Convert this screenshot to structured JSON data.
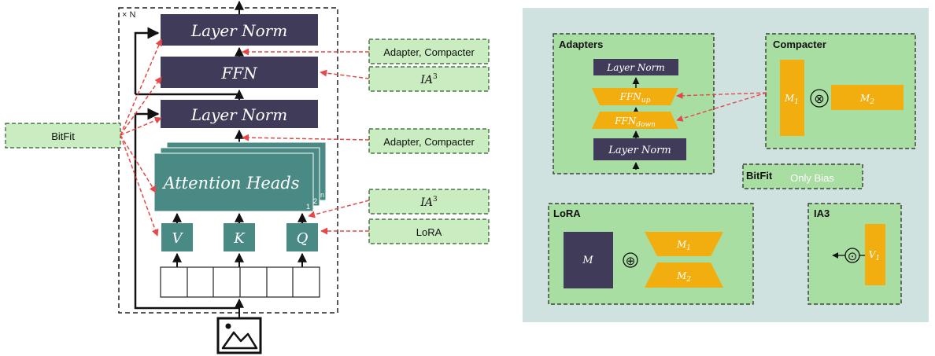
{
  "left": {
    "repeat_label": "× N",
    "layer_norm_top": "Layer Norm",
    "ffn": "FFN",
    "layer_norm_mid": "Layer Norm",
    "attention_heads": "Attention Heads",
    "head_index_1": "1",
    "head_index_2": "2",
    "head_index_n": "n",
    "v": "V",
    "k": "K",
    "q": "Q",
    "tags": {
      "bitfit": "BitFit",
      "adapter_compacter_1": "Adapter, Compacter",
      "ia3_ffn": "IA",
      "ia3_ffn_sup": "3",
      "adapter_compacter_2": "Adapter, Compacter",
      "ia3_attn": "IA",
      "ia3_attn_sup": "3",
      "lora": "LoRA"
    }
  },
  "right": {
    "adapters": {
      "title": "Adapters",
      "layer_norm_top": "Layer Norm",
      "ffn_up": "FFN",
      "ffn_up_sub": "up",
      "ffn_down": "FFN",
      "ffn_down_sub": "down",
      "layer_norm_bottom": "Layer Norm"
    },
    "compacter": {
      "title": "Compacter",
      "m1": "M",
      "m1_sub": "1",
      "op": "⊗",
      "m2": "M",
      "m2_sub": "2"
    },
    "bitfit": {
      "title": "BitFit",
      "text": "Only Bias"
    },
    "lora": {
      "title": "LoRA",
      "m": "M",
      "op": "⊕",
      "m1": "M",
      "m1_sub": "1",
      "m2": "M",
      "m2_sub": "2"
    },
    "ia3": {
      "title": "IA3",
      "op": "⊙",
      "v1": "V",
      "v1_sub": "1"
    }
  },
  "colors": {
    "dark_block": "#3f3b58",
    "teal_block": "#4a8a84",
    "tag_fill": "#c9ecc0",
    "tag_border": "#2e5a2e",
    "panel_bg": "#cfe2df",
    "green_box": "#a9dea3",
    "orange": "#f2ae0f",
    "red_arrow": "#e84747"
  }
}
